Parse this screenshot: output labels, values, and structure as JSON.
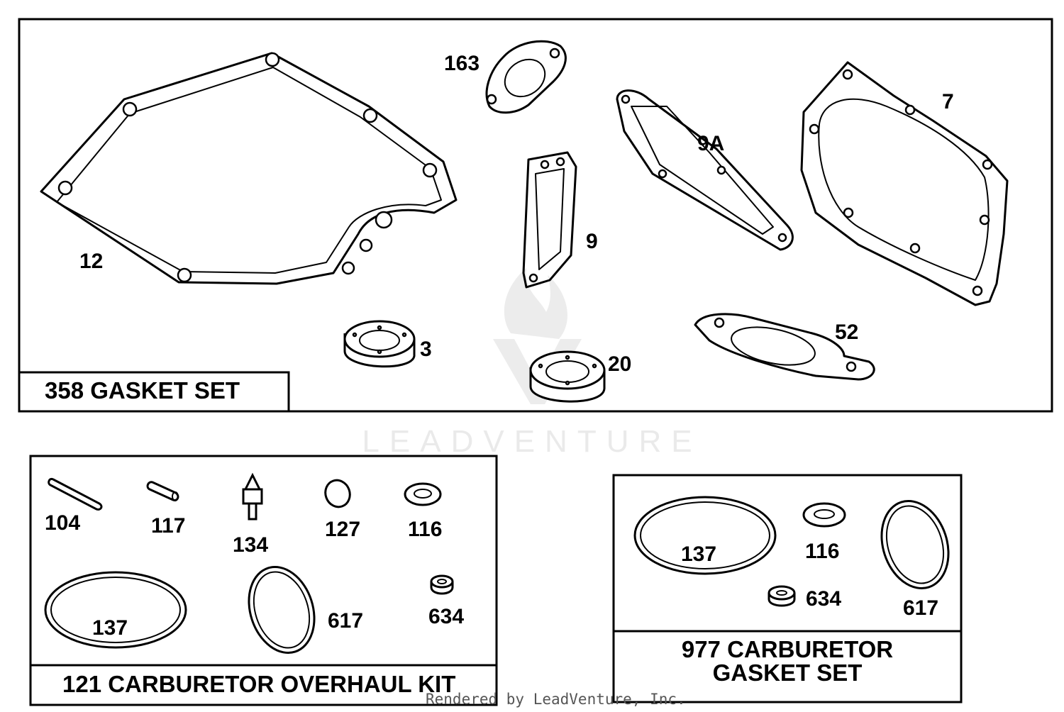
{
  "kits": {
    "gasket_set": {
      "title": "358 GASKET SET"
    },
    "overhaul_kit": {
      "title": "121 CARBURETOR OVERHAUL KIT"
    },
    "carb_gasket_set": {
      "title_line1": "977 CARBURETOR",
      "title_line2": "GASKET SET"
    }
  },
  "gasket_set_parts": {
    "p12": "12",
    "p163": "163",
    "p9": "9",
    "p9a": "9A",
    "p7": "7",
    "p3": "3",
    "p20": "20",
    "p52": "52"
  },
  "overhaul_parts": {
    "p104": "104",
    "p117": "117",
    "p134": "134",
    "p127": "127",
    "p116": "116",
    "p137": "137",
    "p617": "617",
    "p634": "634"
  },
  "carb_gasket_parts": {
    "p137": "137",
    "p116": "116",
    "p634": "634",
    "p617": "617"
  },
  "watermark": {
    "text": "LEADVENTURE"
  },
  "footer": {
    "credit": "Rendered by LeadVenture, Inc."
  }
}
